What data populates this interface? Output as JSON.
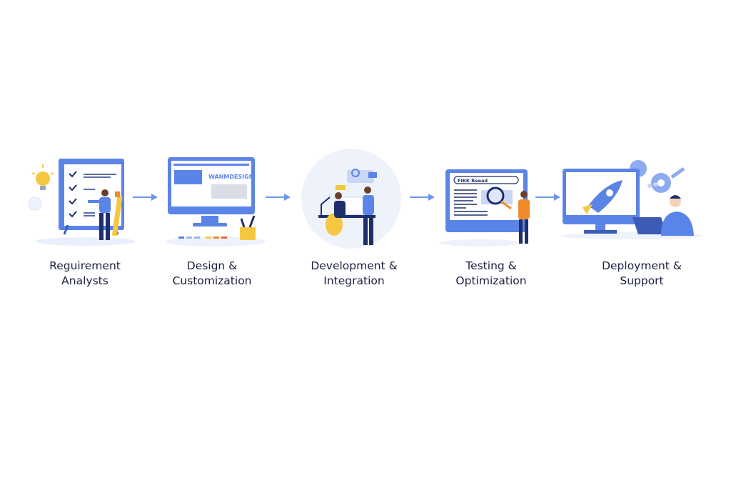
{
  "steps": [
    {
      "line1": "Reguirement",
      "line2": "Analysts"
    },
    {
      "line1": "Design &",
      "line2": "Customization",
      "screen_text": "WANMDESIGN"
    },
    {
      "line1": "Development &",
      "line2": "Integration"
    },
    {
      "line1": "Testing &",
      "line2": "Optimization",
      "screen_text": "FIKK Reead"
    },
    {
      "line1": "Deployment &",
      "line2": "Support"
    }
  ],
  "colors": {
    "primary": "#5b84e8",
    "navy": "#1f2f6b",
    "yellow": "#f5c842",
    "orange": "#f08a2c",
    "light": "#e9effc"
  }
}
